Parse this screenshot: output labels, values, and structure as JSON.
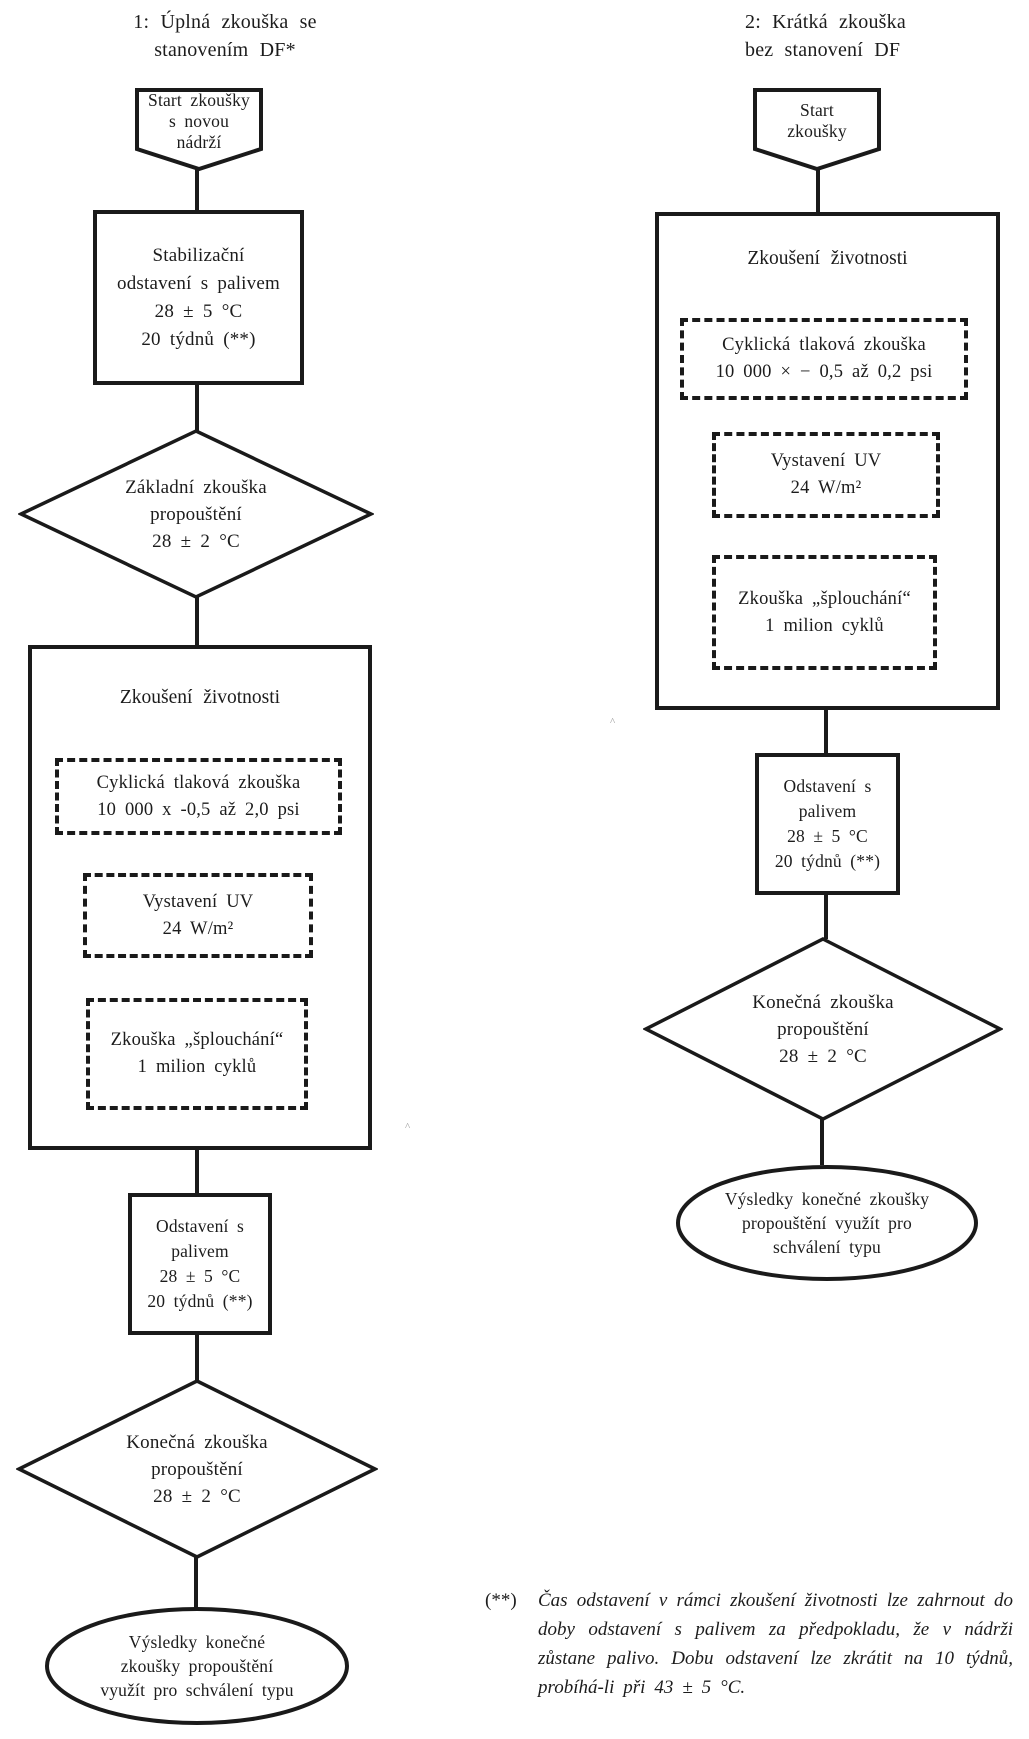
{
  "document": {
    "background": "#ffffff",
    "ink_color": "#1a1a1a"
  },
  "flow1": {
    "title": "1: Úplná zkouška se\nstanovením DF*",
    "start": {
      "label": "Start zkoušky\ns novou\nnádrží"
    },
    "stabilization_box": {
      "label": "Stabilizační\nodstavení s palivem\n28 ± 5 °C\n20 týdnů (**)"
    },
    "initial_leak_diamond": {
      "label": "Základní zkouška\npropouštění\n28 ± 2 °C"
    },
    "durability_box": {
      "label": "Zkoušení životnosti",
      "pressure_cycle": {
        "label": "Cyklická tlaková zkouška\n10 000 x -0,5 až 2,0 psi"
      },
      "uv_exposure": {
        "label": "Vystavení UV\n24 W/m²"
      },
      "slosh_test": {
        "label": "Zkouška „šplouchání“\n1 milion cyklů"
      }
    },
    "fuel_soak_box": {
      "label": "Odstavení s\npalivem\n28 ± 5 °C\n20 týdnů (**)"
    },
    "final_leak_diamond": {
      "label": "Konečná zkouška\npropouštění\n28 ± 2 °C"
    },
    "result_ellipse": {
      "label": "Výsledky konečné\nzkoušky propouštění\nvyužít pro schválení typu"
    }
  },
  "flow2": {
    "title": "2: Krátká zkouška\nbez stanovení DF",
    "start": {
      "label": "Start\nzkoušky"
    },
    "durability_box": {
      "label": "Zkoušení životnosti",
      "pressure_cycle": {
        "label": "Cyklická tlaková zkouška\n10 000 × − 0,5 až 0,2 psi"
      },
      "uv_exposure": {
        "label": "Vystavení UV\n24 W/m²"
      },
      "slosh_test": {
        "label": "Zkouška „šplouchání“\n1 milion cyklů"
      }
    },
    "fuel_soak_box": {
      "label": "Odstavení s\npalivem\n28 ± 5 °C\n20 týdnů (**)"
    },
    "final_leak_diamond": {
      "label": "Konečná zkouška\npropouštění\n28 ± 2 °C"
    },
    "result_ellipse": {
      "label": "Výsledky konečné zkoušky\npropouštění využít pro\nschválení typu"
    }
  },
  "footnote": {
    "marker": "(**)",
    "text": "Čas odstavení v rámci zkoušení životnosti lze zahrnout do doby odstavení s palivem za předpokladu, že v nádrži zůstane palivo. Dobu odstavení lze zkrátit na 10 týdnů, probíhá-li při 43 ± 5 °C."
  }
}
